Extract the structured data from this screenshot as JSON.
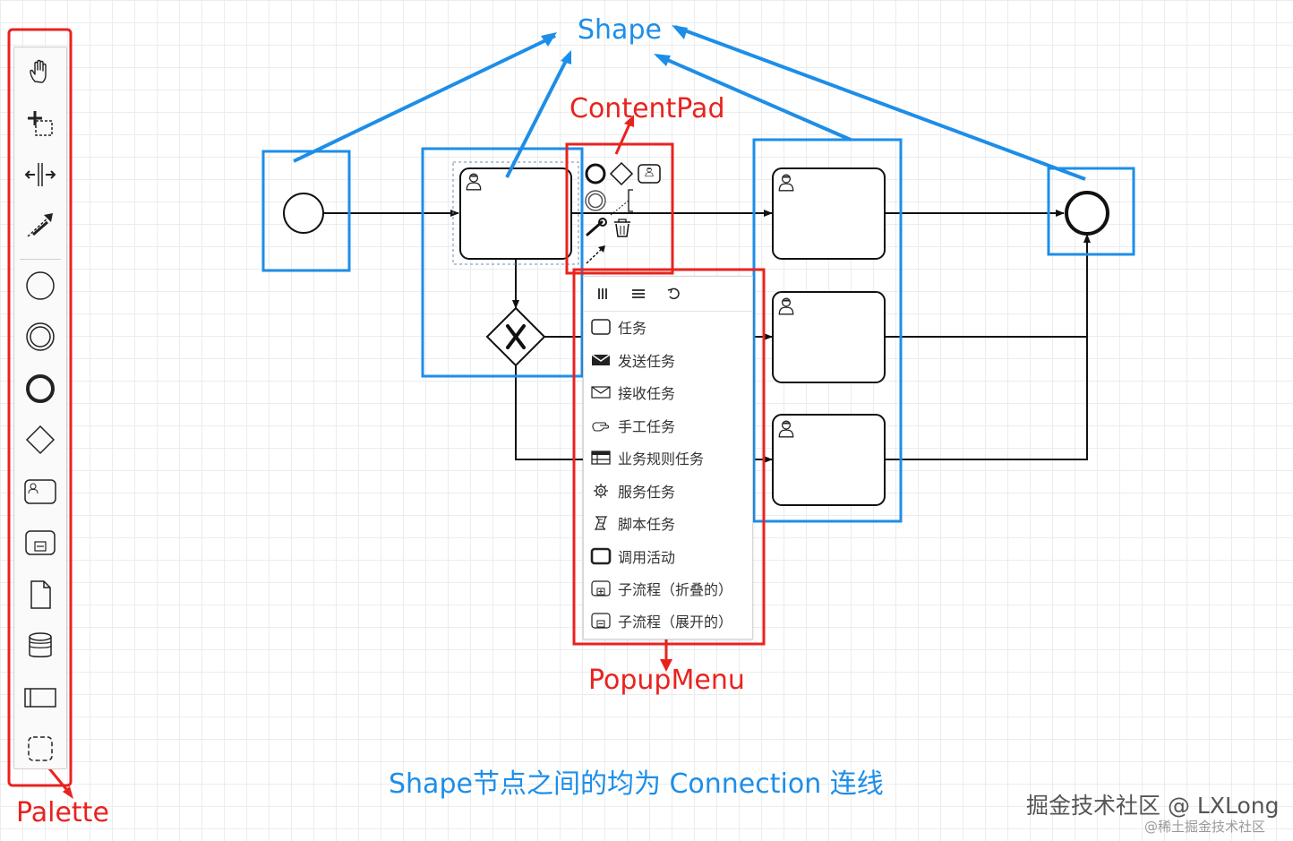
{
  "annotations": {
    "shape": "Shape",
    "content_pad": "ContentPad",
    "popup_menu": "PopupMenu",
    "palette": "Palette",
    "connection_note": "Shape节点之间的均为 Connection 连线"
  },
  "popup_menu": {
    "items": [
      {
        "label": "任务",
        "icon": "task-icon"
      },
      {
        "label": "发送任务",
        "icon": "send-task-icon"
      },
      {
        "label": "接收任务",
        "icon": "receive-task-icon"
      },
      {
        "label": "手工任务",
        "icon": "manual-task-icon"
      },
      {
        "label": "业务规则任务",
        "icon": "business-rule-task-icon"
      },
      {
        "label": "服务任务",
        "icon": "service-task-icon"
      },
      {
        "label": "脚本任务",
        "icon": "script-task-icon"
      },
      {
        "label": "调用活动",
        "icon": "call-activity-icon"
      },
      {
        "label": "子流程（折叠的）",
        "icon": "collapsed-subprocess-icon"
      },
      {
        "label": "子流程（展开的）",
        "icon": "expanded-subprocess-icon"
      }
    ]
  },
  "watermark": {
    "line1": "掘金技术社区 @ LXLong",
    "line2": "@稀土掘金技术社区"
  },
  "colors": {
    "annotation_red": "#e8231f",
    "annotation_blue": "#1d8ee8",
    "shape_stroke": "#111111"
  }
}
